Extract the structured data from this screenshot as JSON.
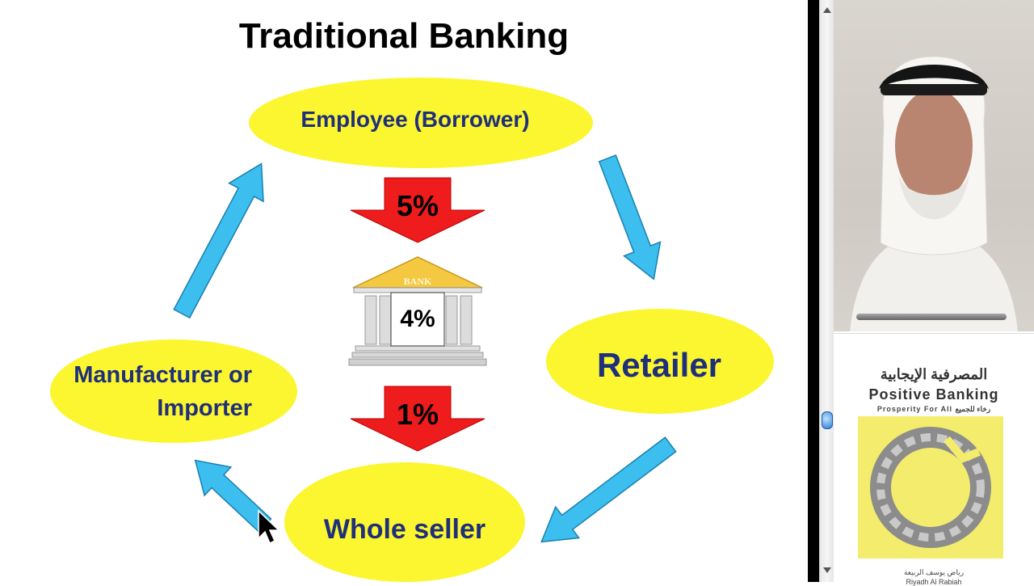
{
  "slide": {
    "title": "Traditional Banking",
    "nodes": {
      "top": "Employee (Borrower)",
      "right": "Retailer",
      "bottom": "Whole seller",
      "left_line1": "Manufacturer or",
      "left_line2": "Importer"
    },
    "rates": {
      "top": "5%",
      "bank": "4%",
      "bottom": "1%"
    },
    "bank_sign": "BANK"
  },
  "side_panel": {
    "book": {
      "arabic_title": "المصرفية الإيجابية",
      "title": "Positive Banking",
      "subtitle": "Prosperity For All",
      "subtitle_arabic": "رخاء للجميع",
      "author_arabic": "رياض يوسف الربيعة",
      "author": "Riyadh Al Rabiah"
    }
  },
  "colors": {
    "ellipse_fill": "#fbf630",
    "node_text": "#1f2f7a",
    "flow_arrow": "#3cbfee",
    "rate_arrow": "#ee1c1c"
  }
}
